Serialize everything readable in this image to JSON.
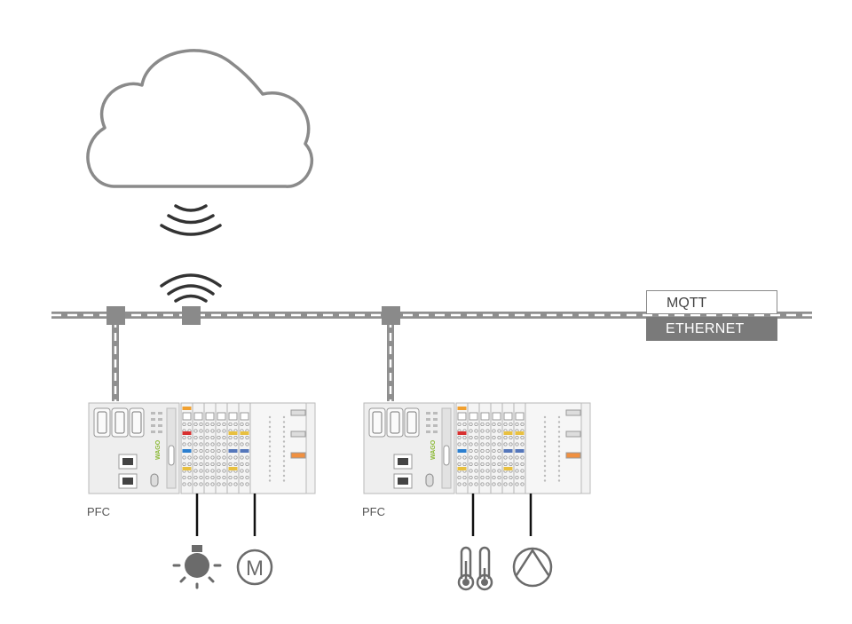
{
  "diagram": {
    "protocols": {
      "top": "MQTT",
      "bottom": "ETHERNET"
    },
    "controllers": [
      {
        "label": "PFC",
        "brand": "WAGO",
        "devices": [
          "lamp-icon",
          "motor-icon"
        ],
        "motor_letter": "M"
      },
      {
        "label": "PFC",
        "brand": "WAGO",
        "devices": [
          "thermometer-icon",
          "pump-icon"
        ]
      }
    ],
    "colors": {
      "stroke": "#8a8a8a",
      "bus": "#8f8f8f",
      "brand_green": "#8ab833"
    }
  }
}
